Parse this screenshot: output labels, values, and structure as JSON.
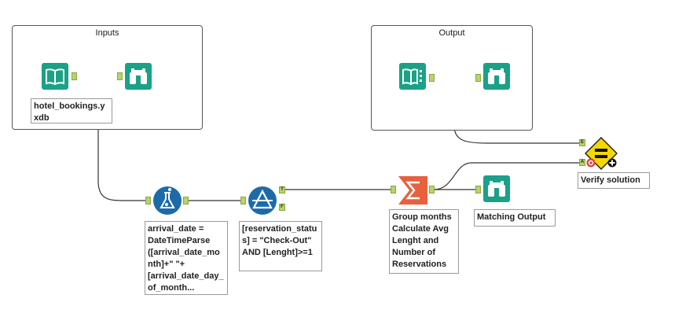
{
  "containers": {
    "inputs": {
      "title": "Inputs"
    },
    "output": {
      "title": "Output"
    }
  },
  "tools": {
    "input": {
      "icon": "input-data-book-icon",
      "color": "#1aa186",
      "annotation": "hotel_bookings.yxdb"
    },
    "browse1": {
      "icon": "browse-binoculars-icon",
      "color": "#1aa186"
    },
    "output_text": {
      "icon": "text-input-book-icon",
      "color": "#1aa186"
    },
    "browse2": {
      "icon": "browse-binoculars-icon",
      "color": "#1aa186"
    },
    "formula": {
      "icon": "formula-flask-icon",
      "color": "#1d6aa8",
      "annotation": "arrival_date =\nDateTimeParse\n([arrival_date_month]+\" \"+\n[arrival_date_day_of_month..."
    },
    "filter": {
      "icon": "filter-triangle-icon",
      "color": "#1d6aa8",
      "annotation": "[reservation_status] = \"Check-Out\" AND [Lenght]>=1",
      "true_label": "T",
      "false_label": "F"
    },
    "summarize": {
      "icon": "summarize-sigma-icon",
      "color": "#e8603c",
      "annotation": "Group months\nCalculate Avg\nLenght and\nNumber of\nReservations"
    },
    "browse3": {
      "icon": "browse-binoculars-icon",
      "color": "#1aa186",
      "annotation": "Matching Output"
    },
    "test": {
      "icon": "test-equals-icon",
      "color": "#f5d800",
      "annotation": "Verify solution",
      "input_e": "E",
      "input_a": "A"
    }
  }
}
